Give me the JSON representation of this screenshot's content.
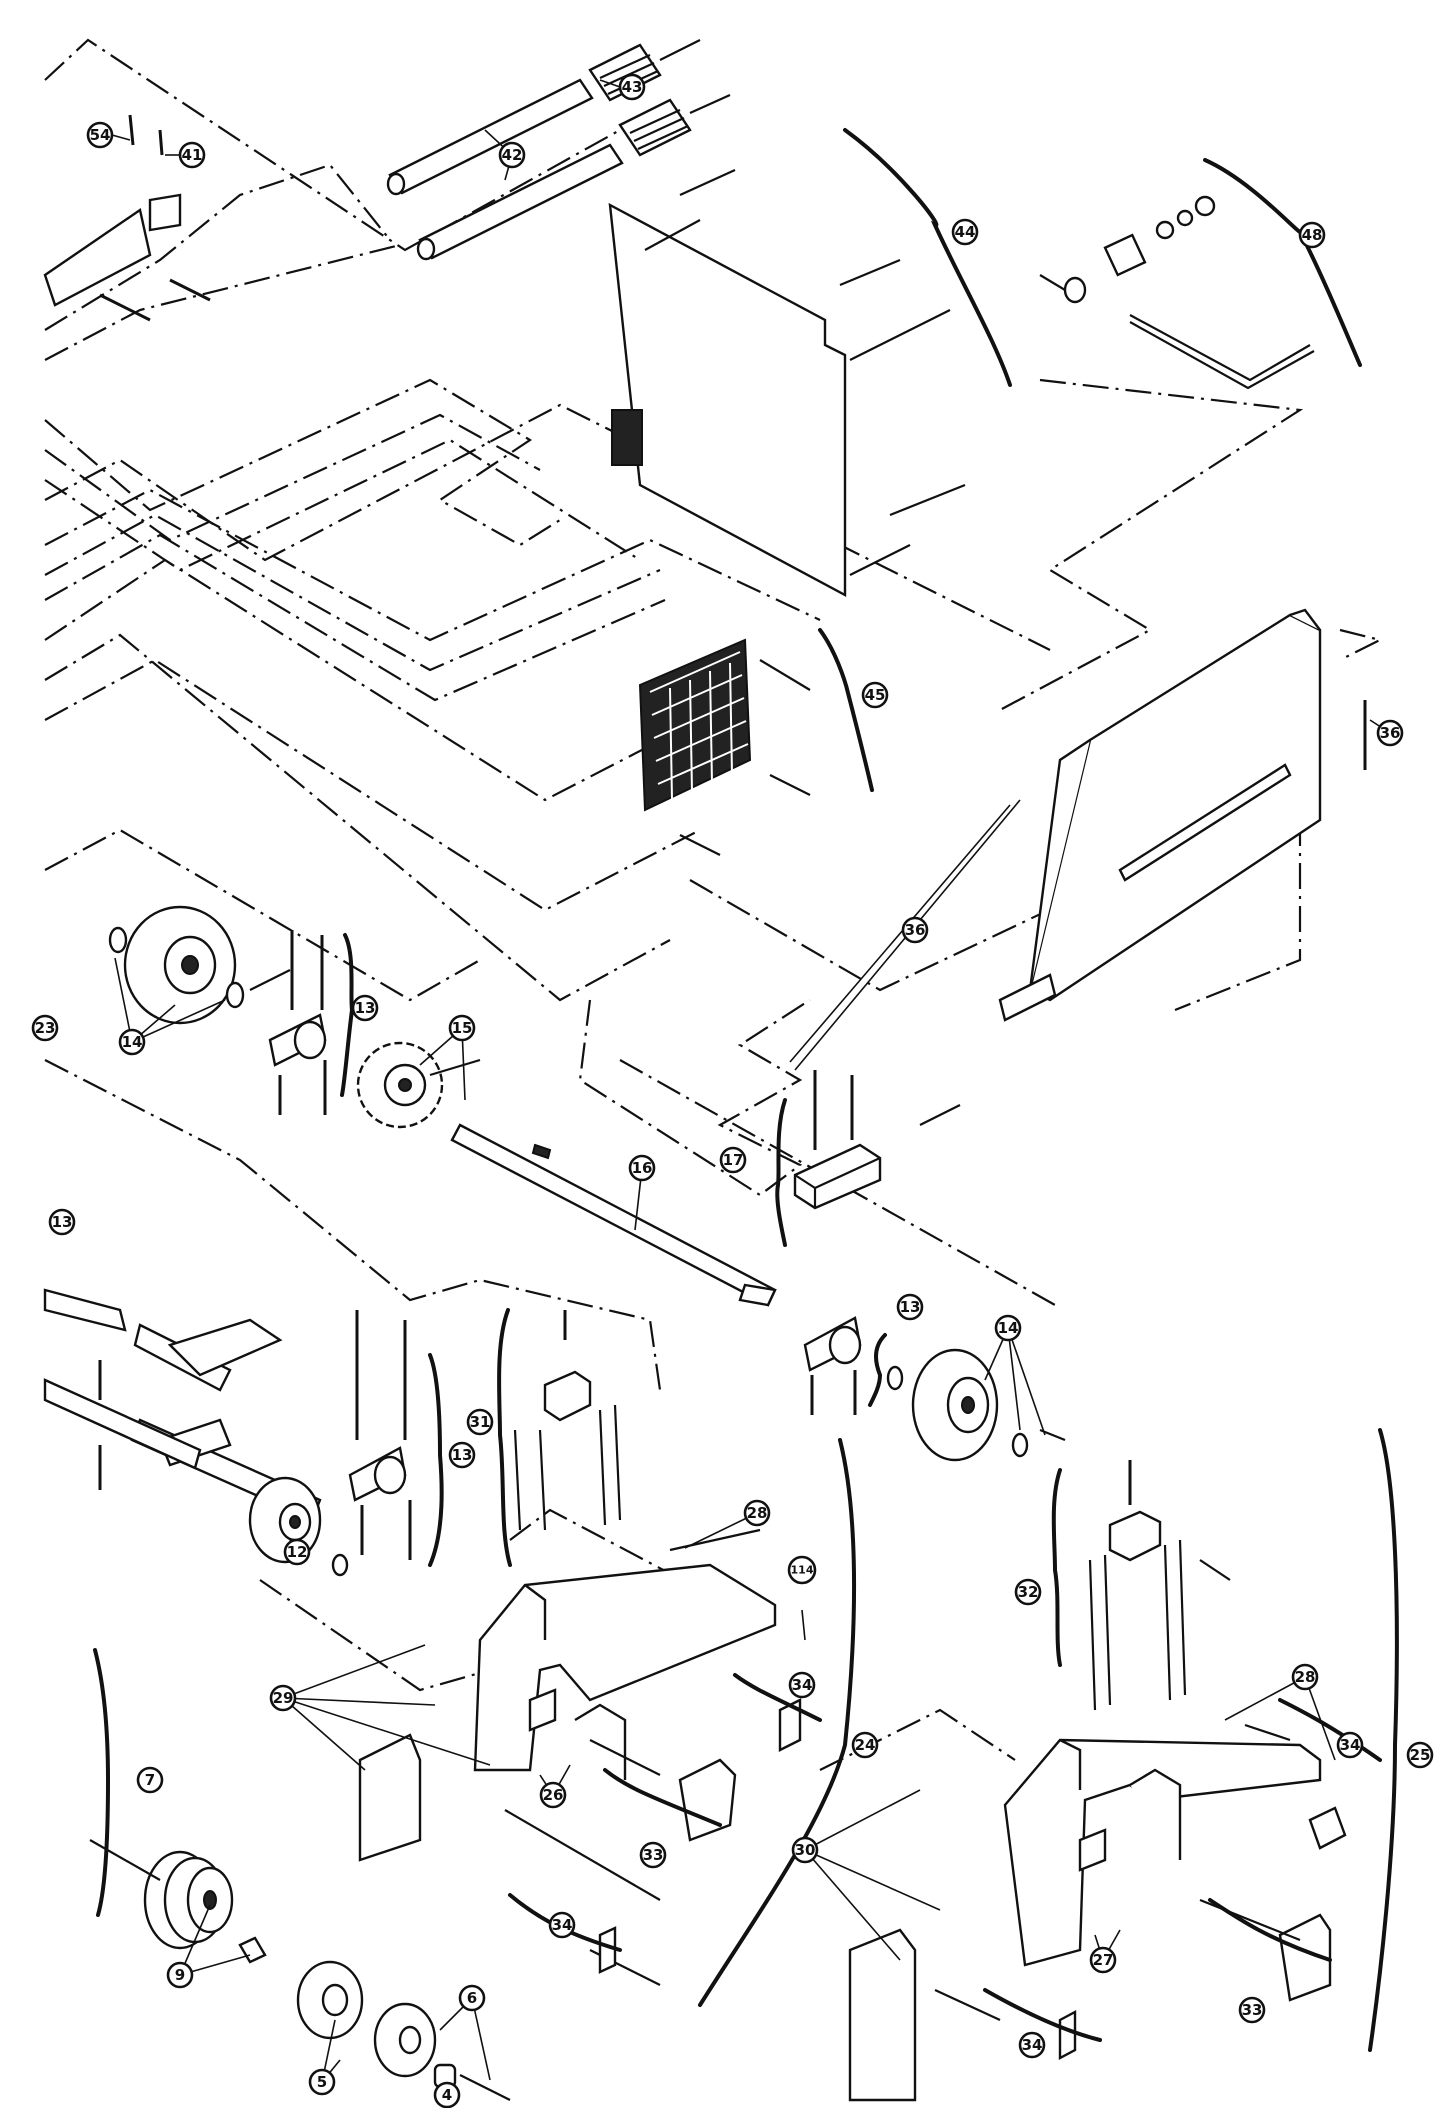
{
  "diagram": {
    "type": "exploded-parts-diagram",
    "callouts": [
      {
        "id": "c54",
        "label": "54"
      },
      {
        "id": "c41",
        "label": "41"
      },
      {
        "id": "c42",
        "label": "42"
      },
      {
        "id": "c43",
        "label": "43"
      },
      {
        "id": "c44",
        "label": "44"
      },
      {
        "id": "c48",
        "label": "48"
      },
      {
        "id": "c45",
        "label": "45"
      },
      {
        "id": "c36a",
        "label": "36"
      },
      {
        "id": "c36b",
        "label": "36"
      },
      {
        "id": "c23",
        "label": "23"
      },
      {
        "id": "c14a",
        "label": "14"
      },
      {
        "id": "c13a",
        "label": "13"
      },
      {
        "id": "c15",
        "label": "15"
      },
      {
        "id": "c17",
        "label": "17"
      },
      {
        "id": "c16",
        "label": "16"
      },
      {
        "id": "c13b",
        "label": "13"
      },
      {
        "id": "c13c",
        "label": "13"
      },
      {
        "id": "c13d",
        "label": "13"
      },
      {
        "id": "c14b",
        "label": "14"
      },
      {
        "id": "c31",
        "label": "31"
      },
      {
        "id": "c28a",
        "label": "28"
      },
      {
        "id": "c114",
        "label": "114"
      },
      {
        "id": "c12",
        "label": "12"
      },
      {
        "id": "c29",
        "label": "29"
      },
      {
        "id": "c34a",
        "label": "34"
      },
      {
        "id": "c26",
        "label": "26"
      },
      {
        "id": "c24",
        "label": "24"
      },
      {
        "id": "c33a",
        "label": "33"
      },
      {
        "id": "c7",
        "label": "7"
      },
      {
        "id": "c34b",
        "label": "34"
      },
      {
        "id": "c32",
        "label": "32"
      },
      {
        "id": "c28b",
        "label": "28"
      },
      {
        "id": "c25",
        "label": "25"
      },
      {
        "id": "c34c",
        "label": "34"
      },
      {
        "id": "c30",
        "label": "30"
      },
      {
        "id": "c27",
        "label": "27"
      },
      {
        "id": "c9",
        "label": "9"
      },
      {
        "id": "c6",
        "label": "6"
      },
      {
        "id": "c5",
        "label": "5"
      },
      {
        "id": "c34d",
        "label": "34"
      },
      {
        "id": "c33b",
        "label": "33"
      },
      {
        "id": "c4",
        "label": "4"
      }
    ]
  }
}
